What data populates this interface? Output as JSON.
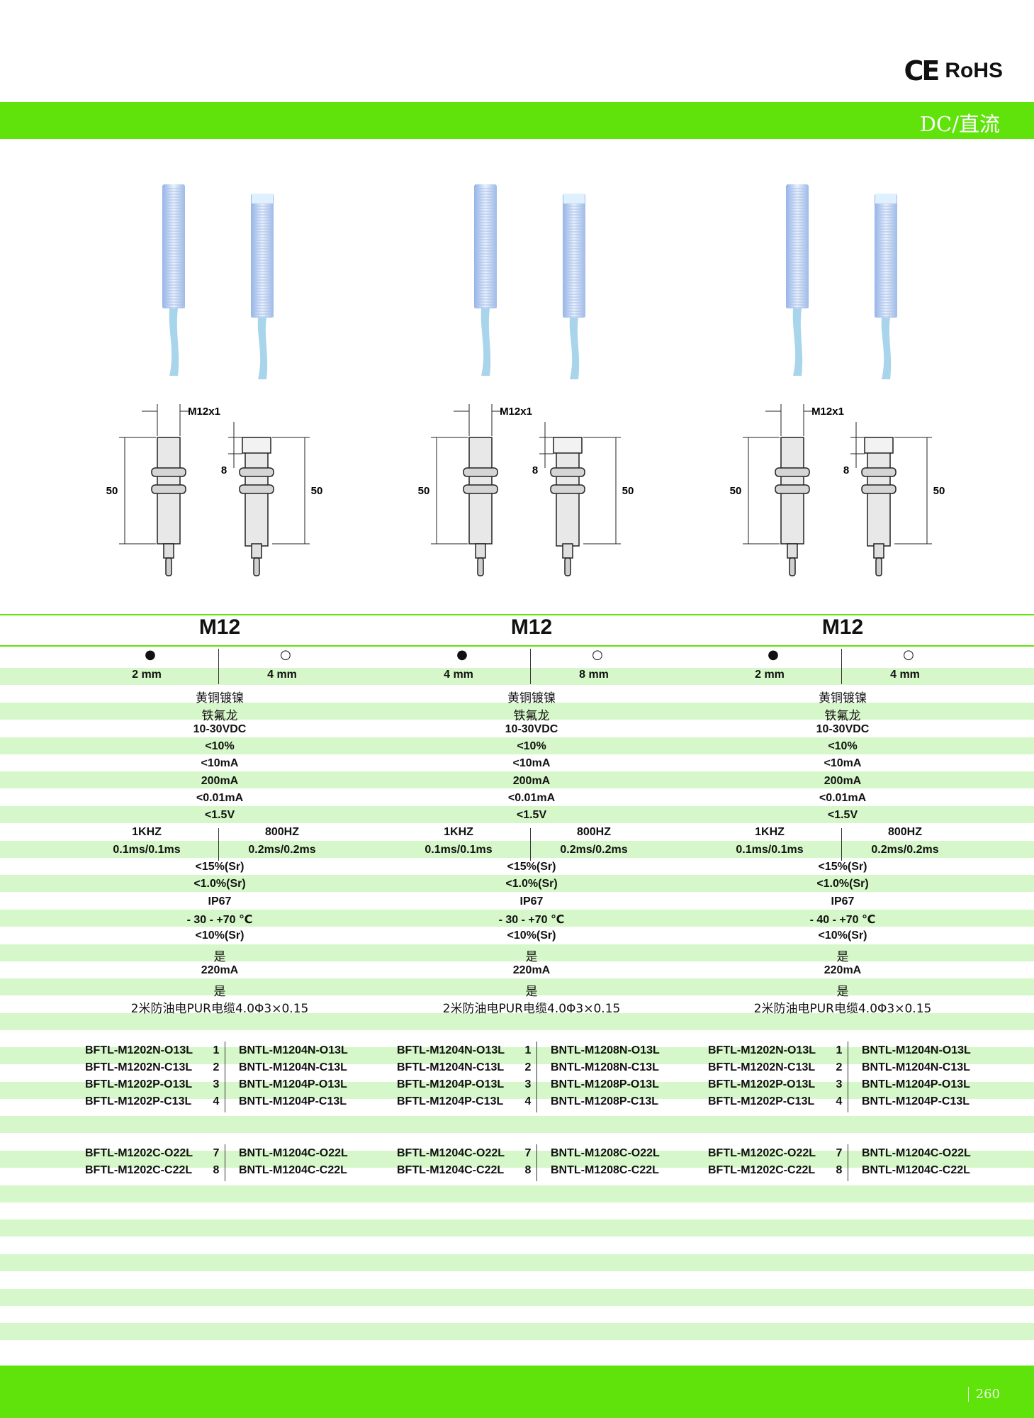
{
  "header": {
    "ce": "CE",
    "rohs": "RoHS",
    "title": "DC/直流"
  },
  "drawing": {
    "thread": "M12x1",
    "length": "50",
    "protrusion": "8"
  },
  "columns": [
    {
      "title": "M12",
      "mount": [
        "●",
        "○"
      ],
      "distance": [
        "2 mm",
        "4 mm"
      ],
      "housing": "黄铜镀镍",
      "face": "铁氟龙",
      "voltage": "10-30VDC",
      "ripple": "<10%",
      "noload": "<10mA",
      "load": "200mA",
      "leakage": "<0.01mA",
      "drop": "<1.5V",
      "freq": [
        "1KHZ",
        "800HZ"
      ],
      "response": [
        "0.1ms/0.1ms",
        "0.2ms/0.2ms"
      ],
      "hysteresis": "<15%(Sr)",
      "repeat": "<1.0%(Sr)",
      "ip": "IP67",
      "temp": "- 30  -  +70 ℃",
      "drift": "<10%(Sr)",
      "shortcircuit": "是",
      "surge": "220mA",
      "reverse": "是",
      "cable": "2米防油电PUR电缆4.0Φ3×0.15",
      "models_a": [
        [
          "BFTL-M1202N-O13L",
          "1",
          "BNTL-M1204N-O13L"
        ],
        [
          "BFTL-M1202N-C13L",
          "2",
          "BNTL-M1204N-C13L"
        ],
        [
          "BFTL-M1202P-O13L",
          "3",
          "BNTL-M1204P-O13L"
        ],
        [
          "BFTL-M1202P-C13L",
          "4",
          "BNTL-M1204P-C13L"
        ]
      ],
      "models_b": [
        [
          "BFTL-M1202C-O22L",
          "7",
          "BNTL-M1204C-O22L"
        ],
        [
          "BFTL-M1202C-C22L",
          "8",
          "BNTL-M1204C-C22L"
        ]
      ]
    },
    {
      "title": "M12",
      "mount": [
        "●",
        "○"
      ],
      "distance": [
        "4 mm",
        "8 mm"
      ],
      "housing": "黄铜镀镍",
      "face": "铁氟龙",
      "voltage": "10-30VDC",
      "ripple": "<10%",
      "noload": "<10mA",
      "load": "200mA",
      "leakage": "<0.01mA",
      "drop": "<1.5V",
      "freq": [
        "1KHZ",
        "800HZ"
      ],
      "response": [
        "0.1ms/0.1ms",
        "0.2ms/0.2ms"
      ],
      "hysteresis": "<15%(Sr)",
      "repeat": "<1.0%(Sr)",
      "ip": "IP67",
      "temp": "-  30  -  +70 ℃",
      "drift": "<10%(Sr)",
      "shortcircuit": "是",
      "surge": "220mA",
      "reverse": "是",
      "cable": "2米防油电PUR电缆4.0Φ3×0.15",
      "models_a": [
        [
          "BFTL-M1204N-O13L",
          "1",
          "BNTL-M1208N-O13L"
        ],
        [
          "BFTL-M1204N-C13L",
          "2",
          "BNTL-M1208N-C13L"
        ],
        [
          "BFTL-M1204P-O13L",
          "3",
          "BNTL-M1208P-O13L"
        ],
        [
          "BFTL-M1204P-C13L",
          "4",
          "BNTL-M1208P-C13L"
        ]
      ],
      "models_b": [
        [
          "BFTL-M1204C-O22L",
          "7",
          "BNTL-M1208C-O22L"
        ],
        [
          "BFTL-M1204C-C22L",
          "8",
          "BNTL-M1208C-C22L"
        ]
      ]
    },
    {
      "title": "M12",
      "mount": [
        "●",
        "○"
      ],
      "distance": [
        "2 mm",
        "4 mm"
      ],
      "housing": "黄铜镀镍",
      "face": "铁氟龙",
      "voltage": "10-30VDC",
      "ripple": "<10%",
      "noload": "<10mA",
      "load": "200mA",
      "leakage": "<0.01mA",
      "drop": "<1.5V",
      "freq": [
        "1KHZ",
        "800HZ"
      ],
      "response": [
        "0.1ms/0.1ms",
        "0.2ms/0.2ms"
      ],
      "hysteresis": "<15%(Sr)",
      "repeat": "<1.0%(Sr)",
      "ip": "IP67",
      "temp": "- 40  -  +70 ℃",
      "drift": "<10%(Sr)",
      "shortcircuit": "是",
      "surge": "220mA",
      "reverse": "是",
      "cable": "2米防油电PUR电缆4.0Φ3×0.15",
      "models_a": [
        [
          "BFTL-M1202N-O13L",
          "1",
          "BNTL-M1204N-O13L"
        ],
        [
          "BFTL-M1202N-C13L",
          "2",
          "BNTL-M1204N-C13L"
        ],
        [
          "BFTL-M1202P-O13L",
          "3",
          "BNTL-M1204P-O13L"
        ],
        [
          "BFTL-M1202P-C13L",
          "4",
          "BNTL-M1204P-C13L"
        ]
      ],
      "models_b": [
        [
          "BFTL-M1202C-O22L",
          "7",
          "BNTL-M1204C-O22L"
        ],
        [
          "BFTL-M1202C-C22L",
          "8",
          "BNTL-M1204C-C22L"
        ]
      ]
    }
  ],
  "footer": {
    "page": "260"
  }
}
